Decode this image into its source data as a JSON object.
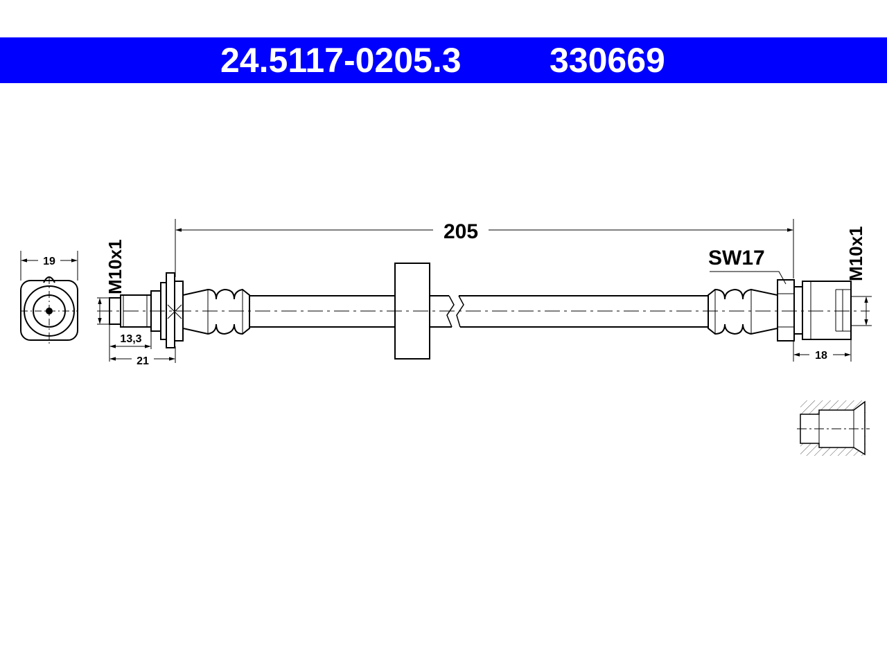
{
  "header": {
    "part_number": "24.5117-0205.3",
    "reference_number": "330669",
    "background_color": "#0000ff",
    "text_color": "#ffffff"
  },
  "dimensions": {
    "overall_length": "205",
    "wrench_size": "SW17",
    "left_thread": "M10x1",
    "right_thread": "M10x1",
    "end_view_width": "19",
    "left_thread_length": "13,3",
    "left_fitting_length": "21",
    "right_fitting_length": "18"
  }
}
